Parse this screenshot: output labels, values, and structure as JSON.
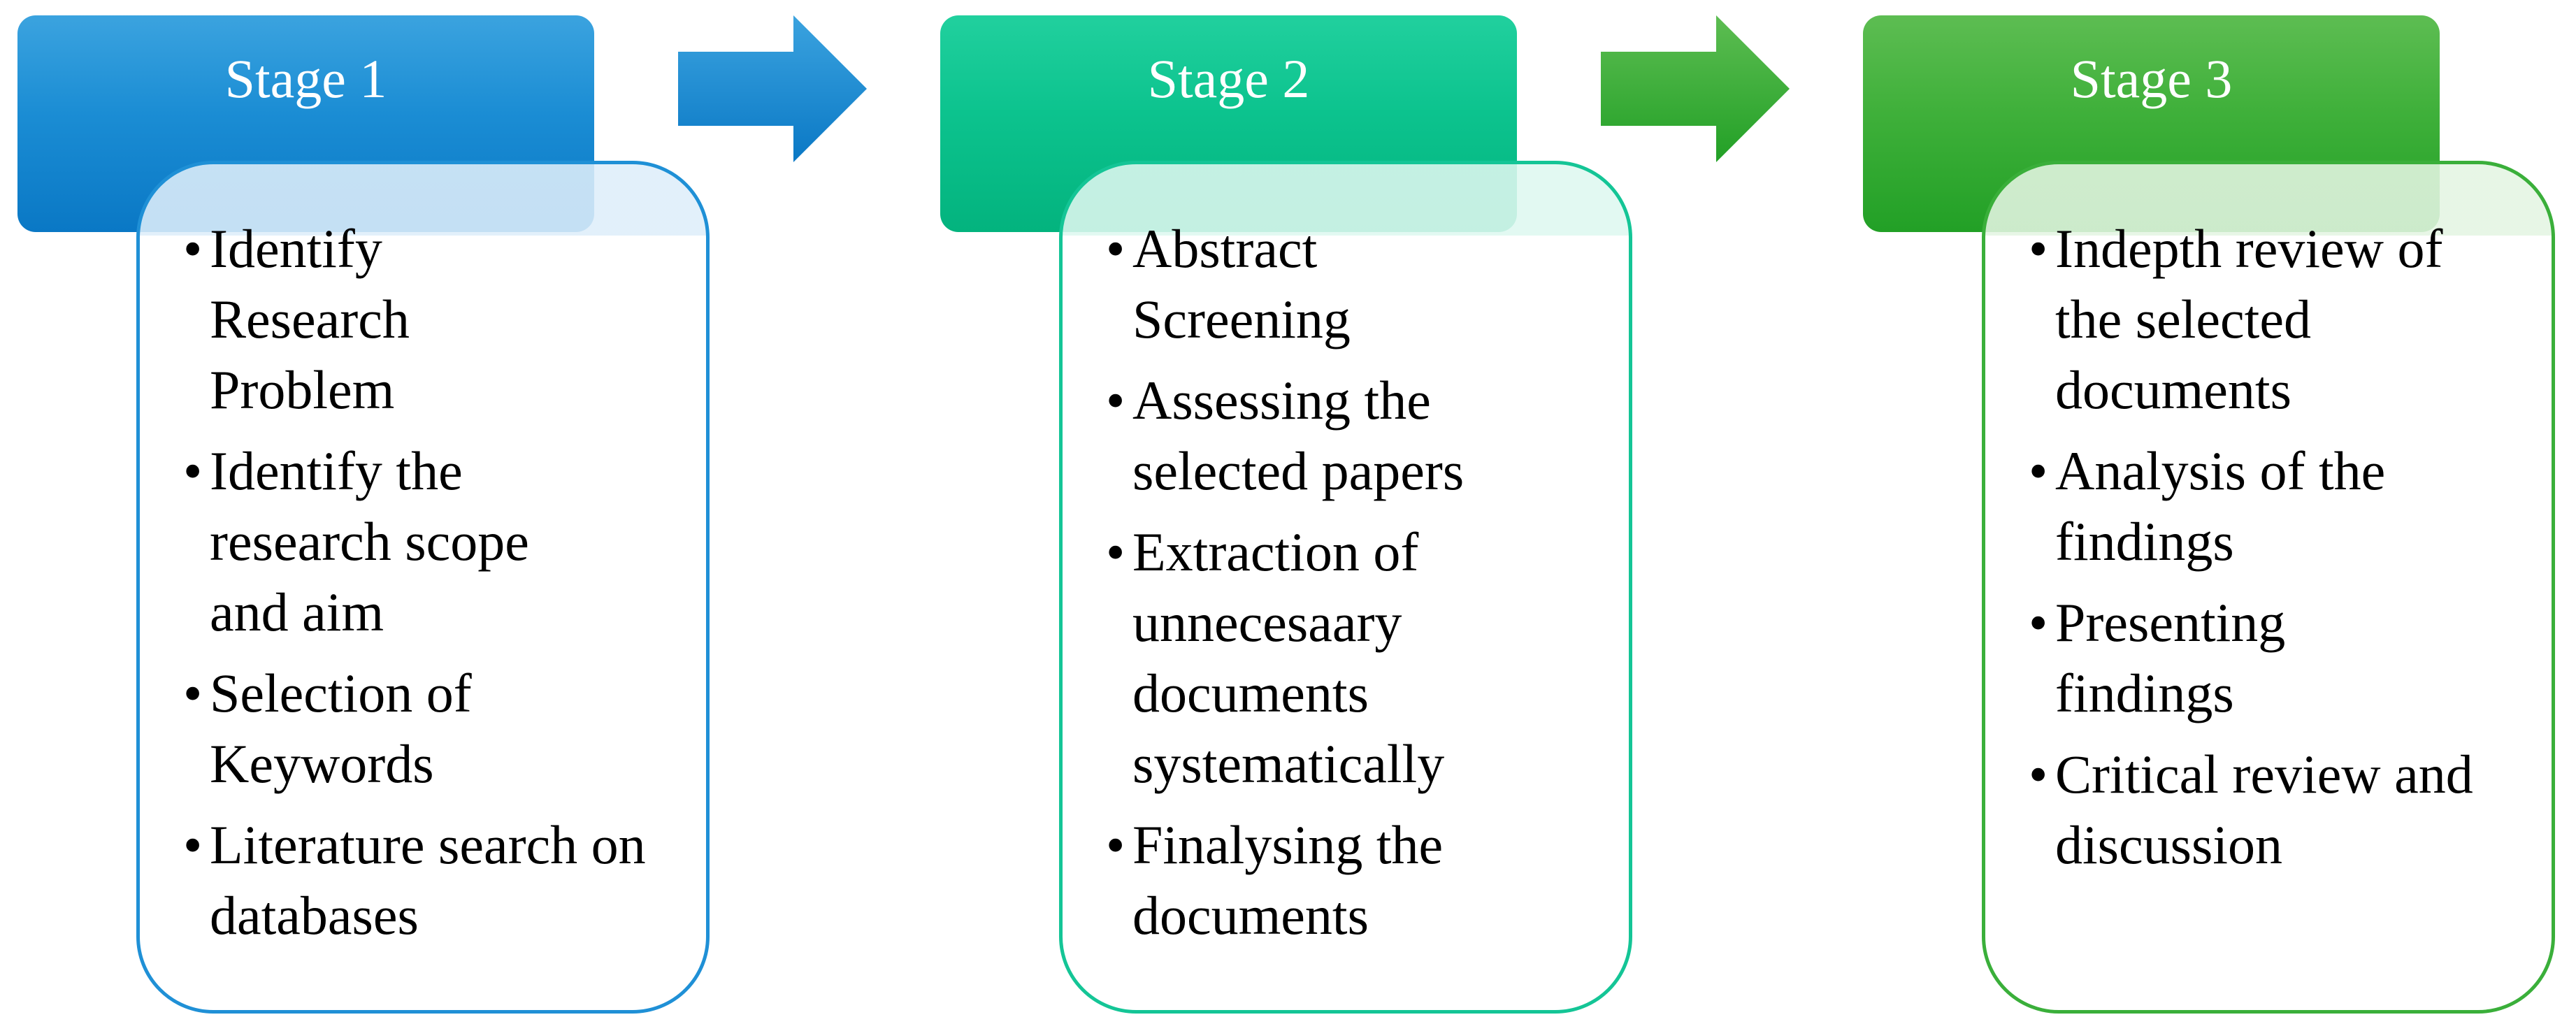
{
  "colors": {
    "stage_1": "#1b8dd4",
    "stage_2": "#0cc38e",
    "stage_3": "#3fb03a"
  },
  "stages": [
    {
      "title": "Stage 1",
      "items": [
        "Identify Research Problem",
        "Identify the research scope and aim",
        "Selection of Keywords",
        "Literature search on databases"
      ]
    },
    {
      "title": "Stage 2",
      "items": [
        "Abstract Screening",
        "Assessing the selected papers",
        "Extraction of unnecesaary documents systematically",
        "Finalysing the documents"
      ]
    },
    {
      "title": "Stage 3",
      "items": [
        "Indepth review of the selected documents",
        "Analysis of the findings",
        "Presenting findings",
        "Critical review and discussion"
      ]
    }
  ]
}
